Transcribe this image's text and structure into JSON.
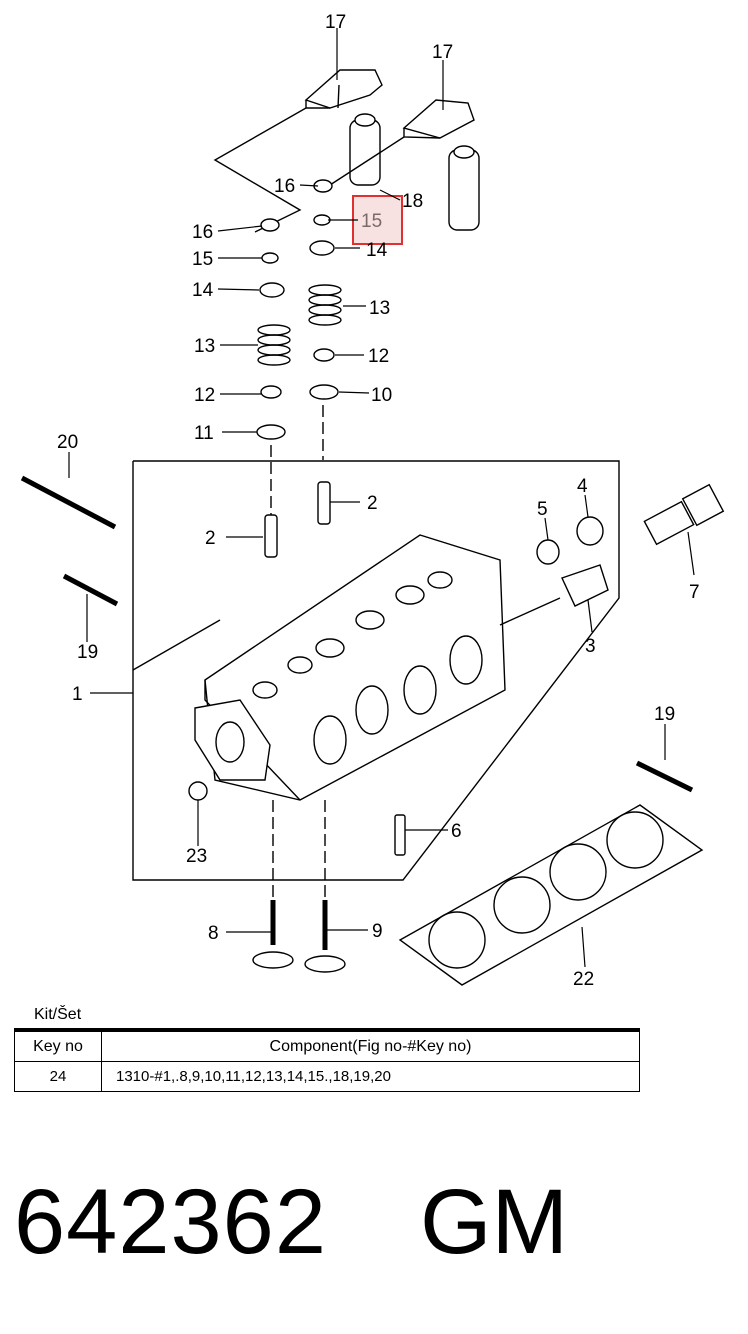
{
  "diagram": {
    "callouts": {
      "c17a": "17",
      "c17b": "17",
      "c16a": "16",
      "c16b": "16",
      "c18": "18",
      "c15a": "15",
      "c15b": "15",
      "c14a": "14",
      "c14b": "14",
      "c13a": "13",
      "c13b": "13",
      "c12a": "12",
      "c12b": "12",
      "c10": "10",
      "c11": "11",
      "c20": "20",
      "c2a": "2",
      "c2b": "2",
      "c5": "5",
      "c4": "4",
      "c7": "7",
      "c19a": "19",
      "c19b": "19",
      "c3": "3",
      "c1": "1",
      "c23": "23",
      "c6": "6",
      "c8": "8",
      "c9": "9",
      "c22": "22"
    },
    "highlight_color": "#e03030"
  },
  "kit": {
    "caption": "Kit/Šet",
    "headers": [
      "Key no",
      "Component(Fig no-#Key no)"
    ],
    "rows": [
      {
        "key": "24",
        "component": "1310-#1,.8,9,10,11,12,13,14,15.,18,19,20"
      }
    ]
  },
  "part_number": "642362",
  "brand": "GM"
}
